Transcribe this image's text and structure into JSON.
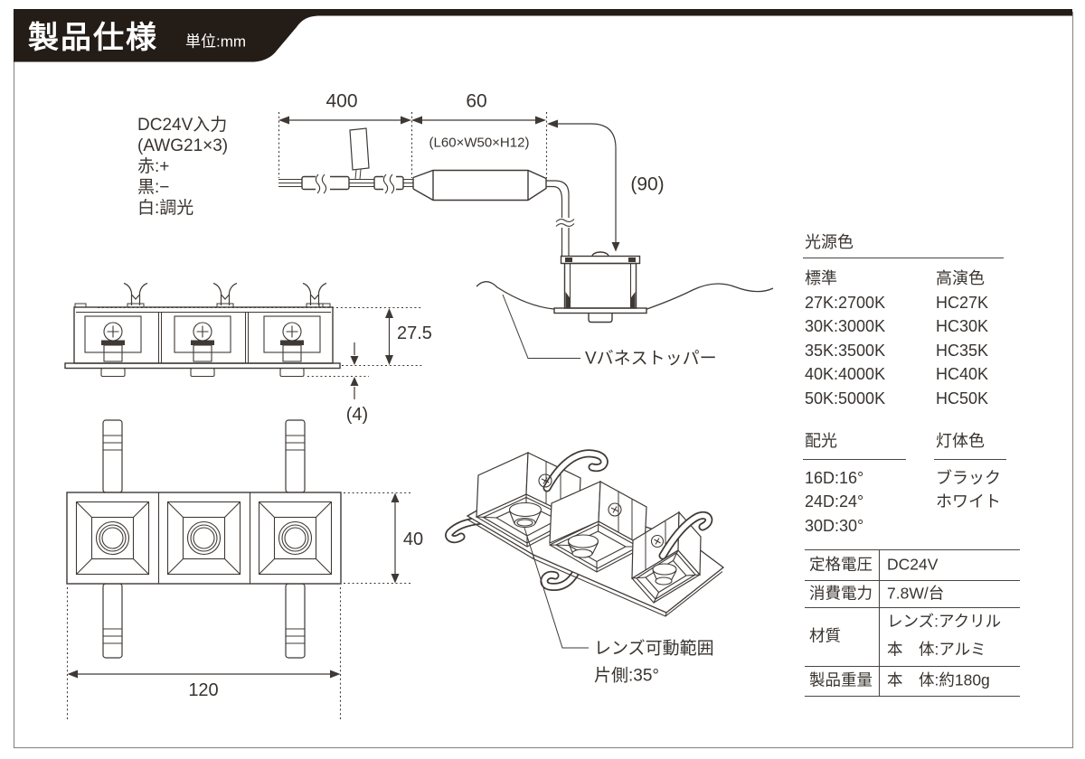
{
  "header": {
    "title": "製品仕様",
    "unit_label": "単位:mm"
  },
  "wiring_diagram": {
    "input_lines": [
      "DC24V入力",
      "(AWG21×3)",
      "赤:+",
      "黒:−",
      "白:調光"
    ],
    "dim_cable_length": "400",
    "dim_box_length": "60",
    "box_dimensions": "(L60×W50×H12)",
    "dim_cable_to_fixture": "(90)",
    "stopper_label": "Vバネストッパー"
  },
  "side_view": {
    "dim_height": "27.5",
    "dim_lens_protrusion": "(4)"
  },
  "front_view": {
    "dim_depth": "40",
    "dim_width": "120"
  },
  "iso_view": {
    "lens_range_label": "レンズ可動範囲",
    "lens_range_value": "片側:35°"
  },
  "light_source_color": {
    "title": "光源色",
    "standard_header": "標準",
    "high_cri_header": "高演色",
    "rows": [
      {
        "standard": "27K:2700K",
        "high_cri": "HC27K"
      },
      {
        "standard": "30K:3000K",
        "high_cri": "HC30K"
      },
      {
        "standard": "35K:3500K",
        "high_cri": "HC35K"
      },
      {
        "standard": "40K:4000K",
        "high_cri": "HC40K"
      },
      {
        "standard": "50K:5000K",
        "high_cri": "HC50K"
      }
    ]
  },
  "beam_distribution": {
    "title": "配光",
    "rows": [
      "16D:16°",
      "24D:24°",
      "30D:30°"
    ]
  },
  "body_color": {
    "title": "灯体色",
    "rows": [
      "ブラック",
      "ホワイト"
    ]
  },
  "spec_table": {
    "rows": [
      {
        "label": "定格電圧",
        "value": "DC24V"
      },
      {
        "label": "消費電力",
        "value": "7.8W/台"
      },
      {
        "label": "材質",
        "values": [
          "レンズ:アクリル",
          "本　体:アルミ"
        ]
      },
      {
        "label": "製品重量",
        "value": "本　体:約180g"
      }
    ]
  },
  "colors": {
    "line": "#3f3935",
    "text": "#38332f",
    "banner": "#241c17",
    "border": "#8e8a87"
  }
}
